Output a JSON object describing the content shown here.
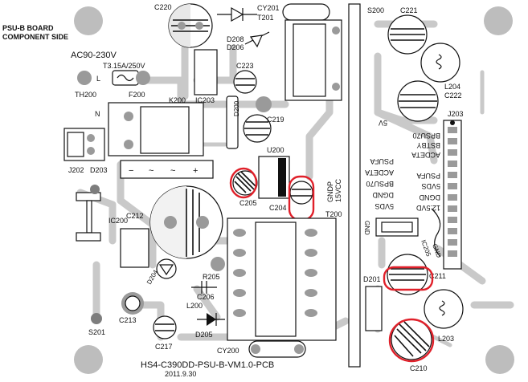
{
  "board": {
    "title_line1": "PSU-B BOARD",
    "title_line2": "COMPONENT SIDE",
    "pcb_code": "HS4-C390DD-PSU-B-VM1.0-PCB",
    "date": "2011.9.30",
    "input_voltage": "AC90-230V",
    "fuse_rating": "T3.15A/250V",
    "bridge_signs": [
      "−",
      "~",
      "~",
      "+"
    ],
    "neutral_mark": "N",
    "live_mark": "L"
  },
  "components": {
    "c220": "C220",
    "cy201": "CY201",
    "t201": "T201",
    "s200": "S200",
    "c221": "C221",
    "d208": "D208",
    "d206": "D206",
    "c223": "C223",
    "l204": "L204",
    "c222": "C222",
    "th200": "TH200",
    "f200": "F200",
    "k200": "K200",
    "ic203": "IC203",
    "d200": "D200",
    "c219": "C219",
    "j203": "J203",
    "j202": "J202",
    "d203": "D203",
    "u200": "U200",
    "c205": "C205",
    "c204": "C204",
    "t200": "T200",
    "ic200": "IC200",
    "c212": "C212",
    "r205": "R205",
    "d204": "D204",
    "c206": "C206",
    "l200": "L200",
    "d201": "D201",
    "c211": "C211",
    "ic205": "IC205",
    "c213": "C213",
    "c217": "C217",
    "s201": "S201",
    "d205": "D205",
    "cy200": "CY200",
    "l203": "L203",
    "c210": "C210"
  },
  "signals": {
    "j203_pins": [
      "5V",
      "BPSU70",
      "BSTBY",
      "ACDETA",
      "PSUFA",
      "5VDS",
      "DGND",
      "12.5VD"
    ],
    "j203_pins_inner": [
      "PSUFA",
      "ACDETA",
      "BPSU70",
      "DGND",
      "5VDS",
      "15VCC",
      "GNDP"
    ],
    "gnd": "GND",
    "ic205_net": "GND"
  },
  "colors": {
    "highlight": "#e0202a",
    "trace": "#c9c9c9",
    "pad": "#9a9a9a"
  }
}
